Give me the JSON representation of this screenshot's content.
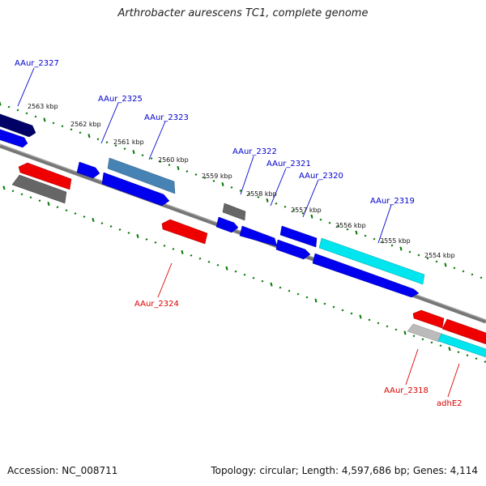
{
  "title": "Arthrobacter aurescens TC1, complete genome",
  "accession": "Accession: NC_008711",
  "topology": "Topology: circular; Length: 4,597,686 bp; Genes: 4,114",
  "colors": {
    "forward_gene": "#0000ee",
    "forward_label": "#0000cc",
    "reverse_gene": "#ee0000",
    "reverse_label": "#dd0000",
    "dark_blue_gene": "#000066",
    "steelblue_gene": "#4682b4",
    "cyan_gene": "#00e5ee",
    "grey_gene": "#666666",
    "light_grey_gene": "#bbbbbb",
    "backbone": "#777777",
    "ticks": "#007700"
  },
  "kbp_labels": [
    "2563 kbp",
    "2562 kbp",
    "2561 kbp",
    "2560 kbp",
    "2559 kbp",
    "2558 kbp",
    "2557 kbp",
    "2556 kbp",
    "2555 kbp",
    "2554 kbp"
  ],
  "gene_labels": [
    {
      "text": "AAur_2327",
      "strand": "forward"
    },
    {
      "text": "AAur_2325",
      "strand": "forward"
    },
    {
      "text": "AAur_2323",
      "strand": "forward"
    },
    {
      "text": "AAur_2322",
      "strand": "forward"
    },
    {
      "text": "AAur_2321",
      "strand": "forward"
    },
    {
      "text": "AAur_2320",
      "strand": "forward"
    },
    {
      "text": "AAur_2319",
      "strand": "forward"
    },
    {
      "text": "AAur_2324",
      "strand": "reverse"
    },
    {
      "text": "AAur_2318",
      "strand": "reverse"
    },
    {
      "text": "adhE2",
      "strand": "reverse"
    }
  ]
}
